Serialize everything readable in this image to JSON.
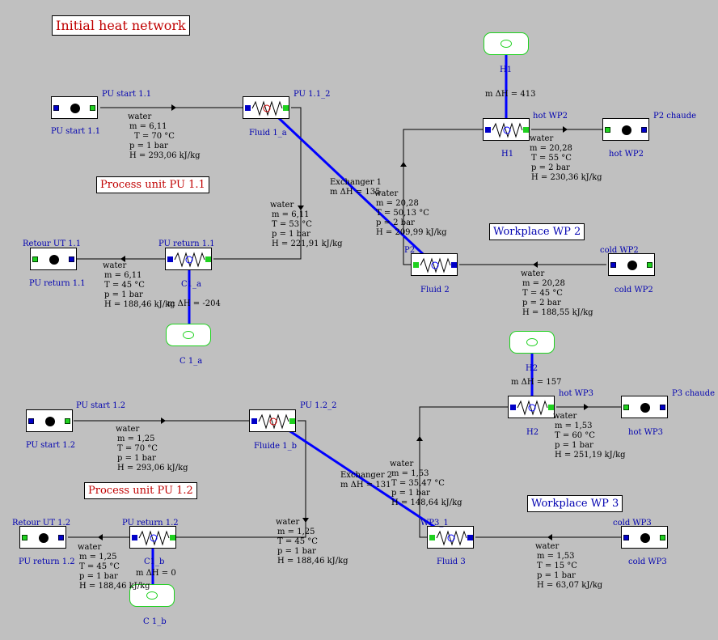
{
  "title": "Initial heat network",
  "sections": {
    "pu11": "Process unit PU 1.1",
    "pu12": "Process unit PU 1.2",
    "wp2": "Workplace WP 2",
    "wp3": "Workplace WP 3"
  },
  "units": {
    "pu_start_11": {
      "top": "PU start 1.1",
      "bottom": "PU start 1.1"
    },
    "pu_return_11": {
      "top": "Retour UT 1.1",
      "bottom": "PU return 1.1"
    },
    "hot_wp2": {
      "top": "P2 chaude",
      "bottom": "hot WP2"
    },
    "cold_wp2": {
      "top": "cold WP2",
      "bottom": "cold WP2"
    },
    "pu_start_12": {
      "top": "PU start 1.2",
      "bottom": "PU start 1.2"
    },
    "pu_return_12": {
      "top": "Retour UT 1.2",
      "bottom": "PU return 1.2"
    },
    "hot_wp3": {
      "top": "P3 chaude",
      "bottom": "hot WP3"
    },
    "cold_wp3": {
      "top": "cold WP3",
      "bottom": "cold WP3"
    }
  },
  "exchangers": {
    "fluid1a": {
      "top": "PU 1.1_2",
      "bottom": "Fluid 1_a"
    },
    "c1a_hx": {
      "top": "PU return 1.1",
      "bottom": "C1_a"
    },
    "h1_hx": {
      "top": "hot WP2",
      "bottom": "H1"
    },
    "fluid2": {
      "top": "P2",
      "bottom": "Fluid 2"
    },
    "fluide1b": {
      "top": "PU 1.2_2",
      "bottom": "Fluide 1_b"
    },
    "c1b_hx": {
      "top": "PU return 1.2",
      "bottom": "C1_b"
    },
    "h2_hx": {
      "top": "hot WP3",
      "bottom": "H2"
    },
    "fluid3": {
      "top": "WP3_1",
      "bottom": "Fluid 3"
    }
  },
  "utilities": {
    "h1": {
      "label": "H1",
      "duty": "m ΔH = 413"
    },
    "c1a": {
      "label": "C 1_a",
      "duty": "m ΔH = -204"
    },
    "h2": {
      "label": "H2",
      "duty": "m ΔH = 157"
    },
    "c1b": {
      "label": "C 1_b",
      "duty": "m ΔH = 0"
    }
  },
  "exchanger_links": {
    "ex1": {
      "name": "Exchanger 1",
      "duty": "m ΔH = 135"
    },
    "ex2": {
      "name": "Exchanger 2",
      "duty": "m ΔH = 131"
    }
  },
  "streams": {
    "s1": [
      "water",
      "m = 6,11",
      "T = 70 °C",
      "p = 1 bar",
      "H = 293,06 kJ/kg"
    ],
    "s2": [
      "water",
      "m = 6,11",
      "T = 53 °C",
      "p = 1 bar",
      "H = 221,91 kJ/kg"
    ],
    "s3": [
      "water",
      "m = 6,11",
      "T = 45 °C",
      "p = 1 bar",
      "H = 188,46 kJ/kg"
    ],
    "s4": [
      "water",
      "m = 20,28",
      "T = 55 °C",
      "p = 2 bar",
      "H = 230,36 kJ/kg"
    ],
    "s5": [
      "water",
      "m = 20,28",
      "T = 50,13 °C",
      "p = 2 bar",
      "H = 209,99 kJ/kg"
    ],
    "s6": [
      "water",
      "m = 20,28",
      "T = 45 °C",
      "p = 2 bar",
      "H = 188,55 kJ/kg"
    ],
    "s7": [
      "water",
      "m = 1,25",
      "T = 70 °C",
      "p = 1 bar",
      "H = 293,06 kJ/kg"
    ],
    "s8": [
      "water",
      "m = 1,25",
      "T = 45 °C",
      "p = 1 bar",
      "H = 188,46 kJ/kg"
    ],
    "s9": [
      "water",
      "m = 1,25",
      "T = 45 °C",
      "p = 1 bar",
      "H = 188,46 kJ/kg"
    ],
    "s10": [
      "water",
      "m = 1,53",
      "T = 60 °C",
      "p = 1 bar",
      "H = 251,19 kJ/kg"
    ],
    "s11": [
      "water",
      "m = 1,53",
      "T = 35,47 °C",
      "p = 1 bar",
      "H = 148,64 kJ/kg"
    ],
    "s12": [
      "water",
      "m = 1,53",
      "T = 15 °C",
      "p = 1 bar",
      "H = 63,07 kJ/kg"
    ]
  }
}
